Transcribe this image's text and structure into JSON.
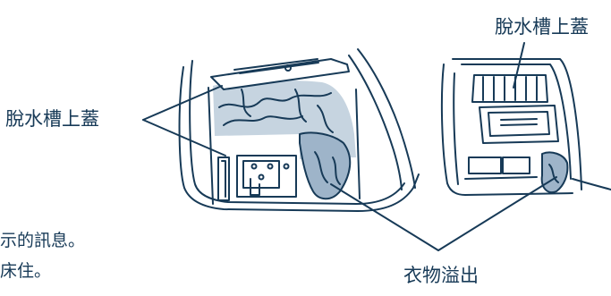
{
  "labels": {
    "lid_left": "脫水槽上蓋",
    "lid_right": "脫水槽上蓋",
    "overflow": "衣物溢出"
  },
  "body_text": {
    "line1": "示的訊息。",
    "line2": "床住。"
  },
  "colors": {
    "line": "#173a57",
    "fill": "#c6d4e0",
    "fill_dark": "#9eb4c9",
    "background": "#ffffff"
  }
}
